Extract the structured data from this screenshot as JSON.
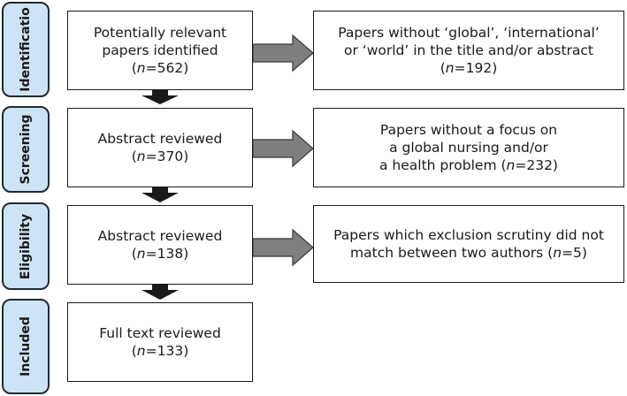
{
  "stages": [
    {
      "key": "identification",
      "label": "Identificatio"
    },
    {
      "key": "screening",
      "label": "Screening"
    },
    {
      "key": "eligibility",
      "label": "Eligibility"
    },
    {
      "key": "included",
      "label": "Included"
    }
  ],
  "main_boxes": [
    {
      "line1": "Potentially relevant",
      "line2": "papers identified",
      "n_prefix": "(",
      "n_var": "n",
      "n_value": "=562)"
    },
    {
      "line1": "Abstract reviewed",
      "n_prefix": "(",
      "n_var": "n",
      "n_value": "=370)"
    },
    {
      "line1": "Abstract reviewed",
      "n_prefix": "(",
      "n_var": "n",
      "n_value": "=138)"
    },
    {
      "line1": "Full text reviewed",
      "n_prefix": "(",
      "n_var": "n",
      "n_value": "=133)"
    }
  ],
  "exclusion_boxes": [
    {
      "line1": "Papers without ‘global’, ‘international’",
      "line2": "or ‘world’ in the title and/or abstract",
      "n_prefix": "(",
      "n_var": "n",
      "n_value": "=192)"
    },
    {
      "line1": "Papers without a focus on",
      "line2": "a global nursing and/or",
      "line3_text": "a health problem (",
      "n_var": "n",
      "n_value": "=232)"
    },
    {
      "line1": "Papers which exclusion scrutiny did not",
      "line2_text": "match between two authors (",
      "n_var": "n",
      "n_value": "=5)"
    }
  ]
}
